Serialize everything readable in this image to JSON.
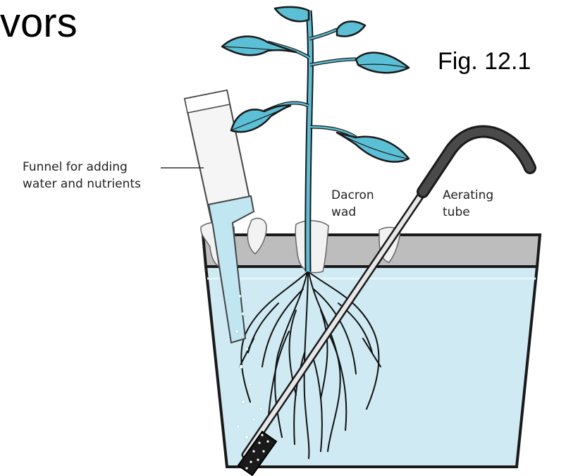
{
  "slide": {
    "title_fragment": "vors",
    "figure_label": "Fig. 12.1"
  },
  "labels": {
    "funnel_line1": "Funnel for adding",
    "funnel_line2": "water and nutrients",
    "dacron_line1": "Dacron",
    "dacron_line2": "wad",
    "aerating_line1": "Aerating",
    "aerating_line2": "tube"
  },
  "colors": {
    "leaf": "#5bbfd6",
    "water": "#cfeaf3",
    "pot_rim": "#bdbdbd",
    "outline": "#1a1a1a"
  }
}
